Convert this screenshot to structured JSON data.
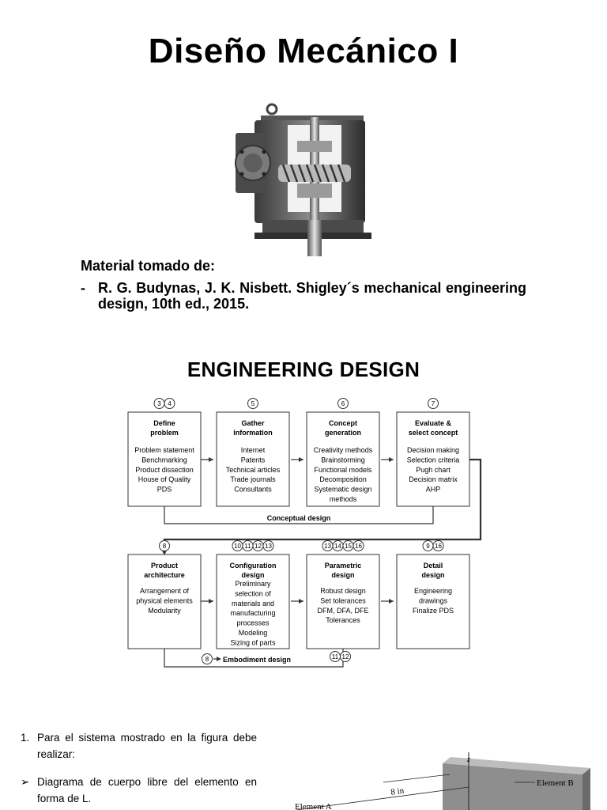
{
  "page": {
    "title": "Diseño Mecánico I"
  },
  "source": {
    "heading": "Material tomado de:",
    "dash": "-",
    "citation": "R. G. Budynas, J. K. Nisbett. Shigley´s mechanical engineering design, 10th ed., 2015."
  },
  "engineering_design": {
    "title": "ENGINEERING DESIGN",
    "row1": [
      {
        "badges": [
          "3",
          "4"
        ],
        "title": [
          "Define",
          "problem"
        ],
        "items": [
          "Problem statement",
          "Benchmarking",
          "Product dissection",
          "House of Quality",
          "PDS"
        ]
      },
      {
        "badges": [
          "5"
        ],
        "title": [
          "Gather",
          "information"
        ],
        "items": [
          "Internet",
          "Patents",
          "Technical articles",
          "Trade journals",
          "Consultants"
        ]
      },
      {
        "badges": [
          "6"
        ],
        "title": [
          "Concept",
          "generation"
        ],
        "items": [
          "Creativity methods",
          "Brainstorming",
          "Functional models",
          "Decomposition",
          "Systematic design",
          "methods"
        ]
      },
      {
        "badges": [
          "7"
        ],
        "title": [
          "Evaluate &",
          "select concept"
        ],
        "items": [
          "Decision making",
          "Selection criteria",
          "Pugh chart",
          "Decision matrix",
          "AHP"
        ]
      }
    ],
    "row2": [
      {
        "badges": [
          "8"
        ],
        "title": [
          "Product",
          "architecture"
        ],
        "items": [
          "Arrangement of",
          "physical elements",
          "Modularity"
        ]
      },
      {
        "badges": [
          "10",
          "11",
          "12",
          "13"
        ],
        "title": [
          "Configuration",
          "design"
        ],
        "items": [
          "Preliminary",
          "selection of",
          "materials and",
          "manufacturing",
          "processes",
          "Modeling",
          "Sizing of parts"
        ]
      },
      {
        "badges": [
          "13",
          "14",
          "15",
          "16"
        ],
        "title": [
          "Parametric",
          "design"
        ],
        "items": [
          "Robust design",
          "Set tolerances",
          "DFM, DFA, DFE",
          "Tolerances"
        ]
      },
      {
        "badges": [
          "9",
          "16"
        ],
        "title": [
          "Detail",
          "design"
        ],
        "items": [
          "Engineering",
          "drawings",
          "Finalize PDS"
        ]
      }
    ],
    "conceptual_label": "Conceptual design",
    "embodiment_label": "Embodiment design",
    "embodiment_badge": "8",
    "embodiment_right_badges": [
      "11",
      "12"
    ]
  },
  "exercise": {
    "number": "1.",
    "prompt": "Para el sistema mostrado en la figura debe realizar:",
    "bullet": "➢",
    "task": "Diagrama de cuerpo libre del elemento en forma de L.",
    "figure": {
      "axis_z": "z",
      "dimension": "8 in",
      "element_a": "Element A",
      "element_b": "Element B"
    }
  }
}
